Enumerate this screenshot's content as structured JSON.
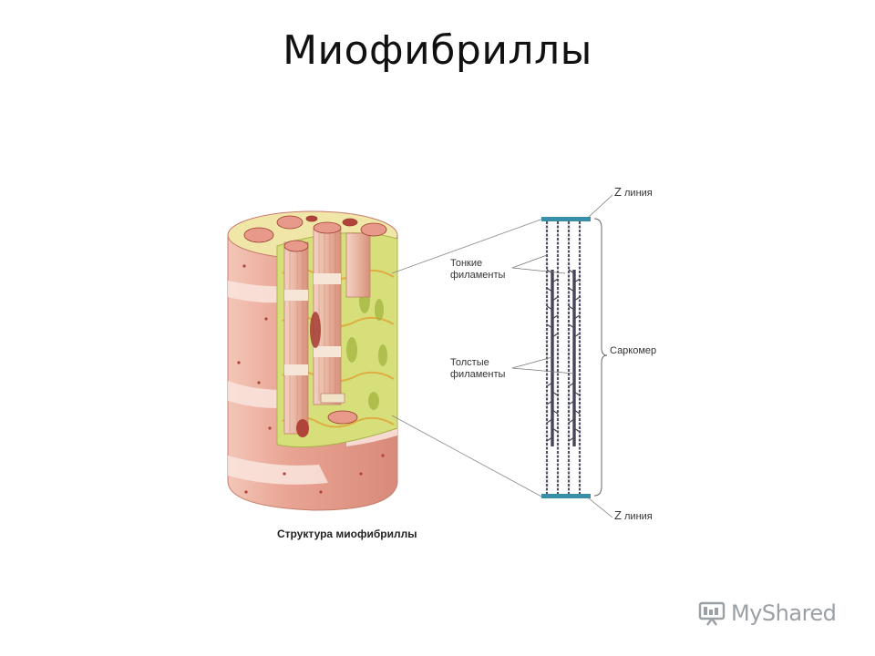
{
  "slide": {
    "title": "Миофибриллы"
  },
  "diagram": {
    "caption": "Структура миофибриллы",
    "labels": {
      "z_top_letter": "Z",
      "z_top_word": "линия",
      "thin_line1": "Тонкие",
      "thin_line2": "филаменты",
      "thick_line1": "Толстые",
      "thick_line2": "филаменты",
      "sarcomere": "Саркомер",
      "z_bottom_letter": "Z",
      "z_bottom_word": "линия"
    },
    "colors": {
      "fiber_pink": "#e9a493",
      "fiber_light": "#f6d6cc",
      "reticulum_green": "#c8d86a",
      "dot_red": "#b0443a",
      "z_line_teal": "#3a8fa8",
      "filament_dark": "#555066"
    }
  },
  "watermark": {
    "text": "MyShared",
    "icon": "presentation-board-icon"
  }
}
